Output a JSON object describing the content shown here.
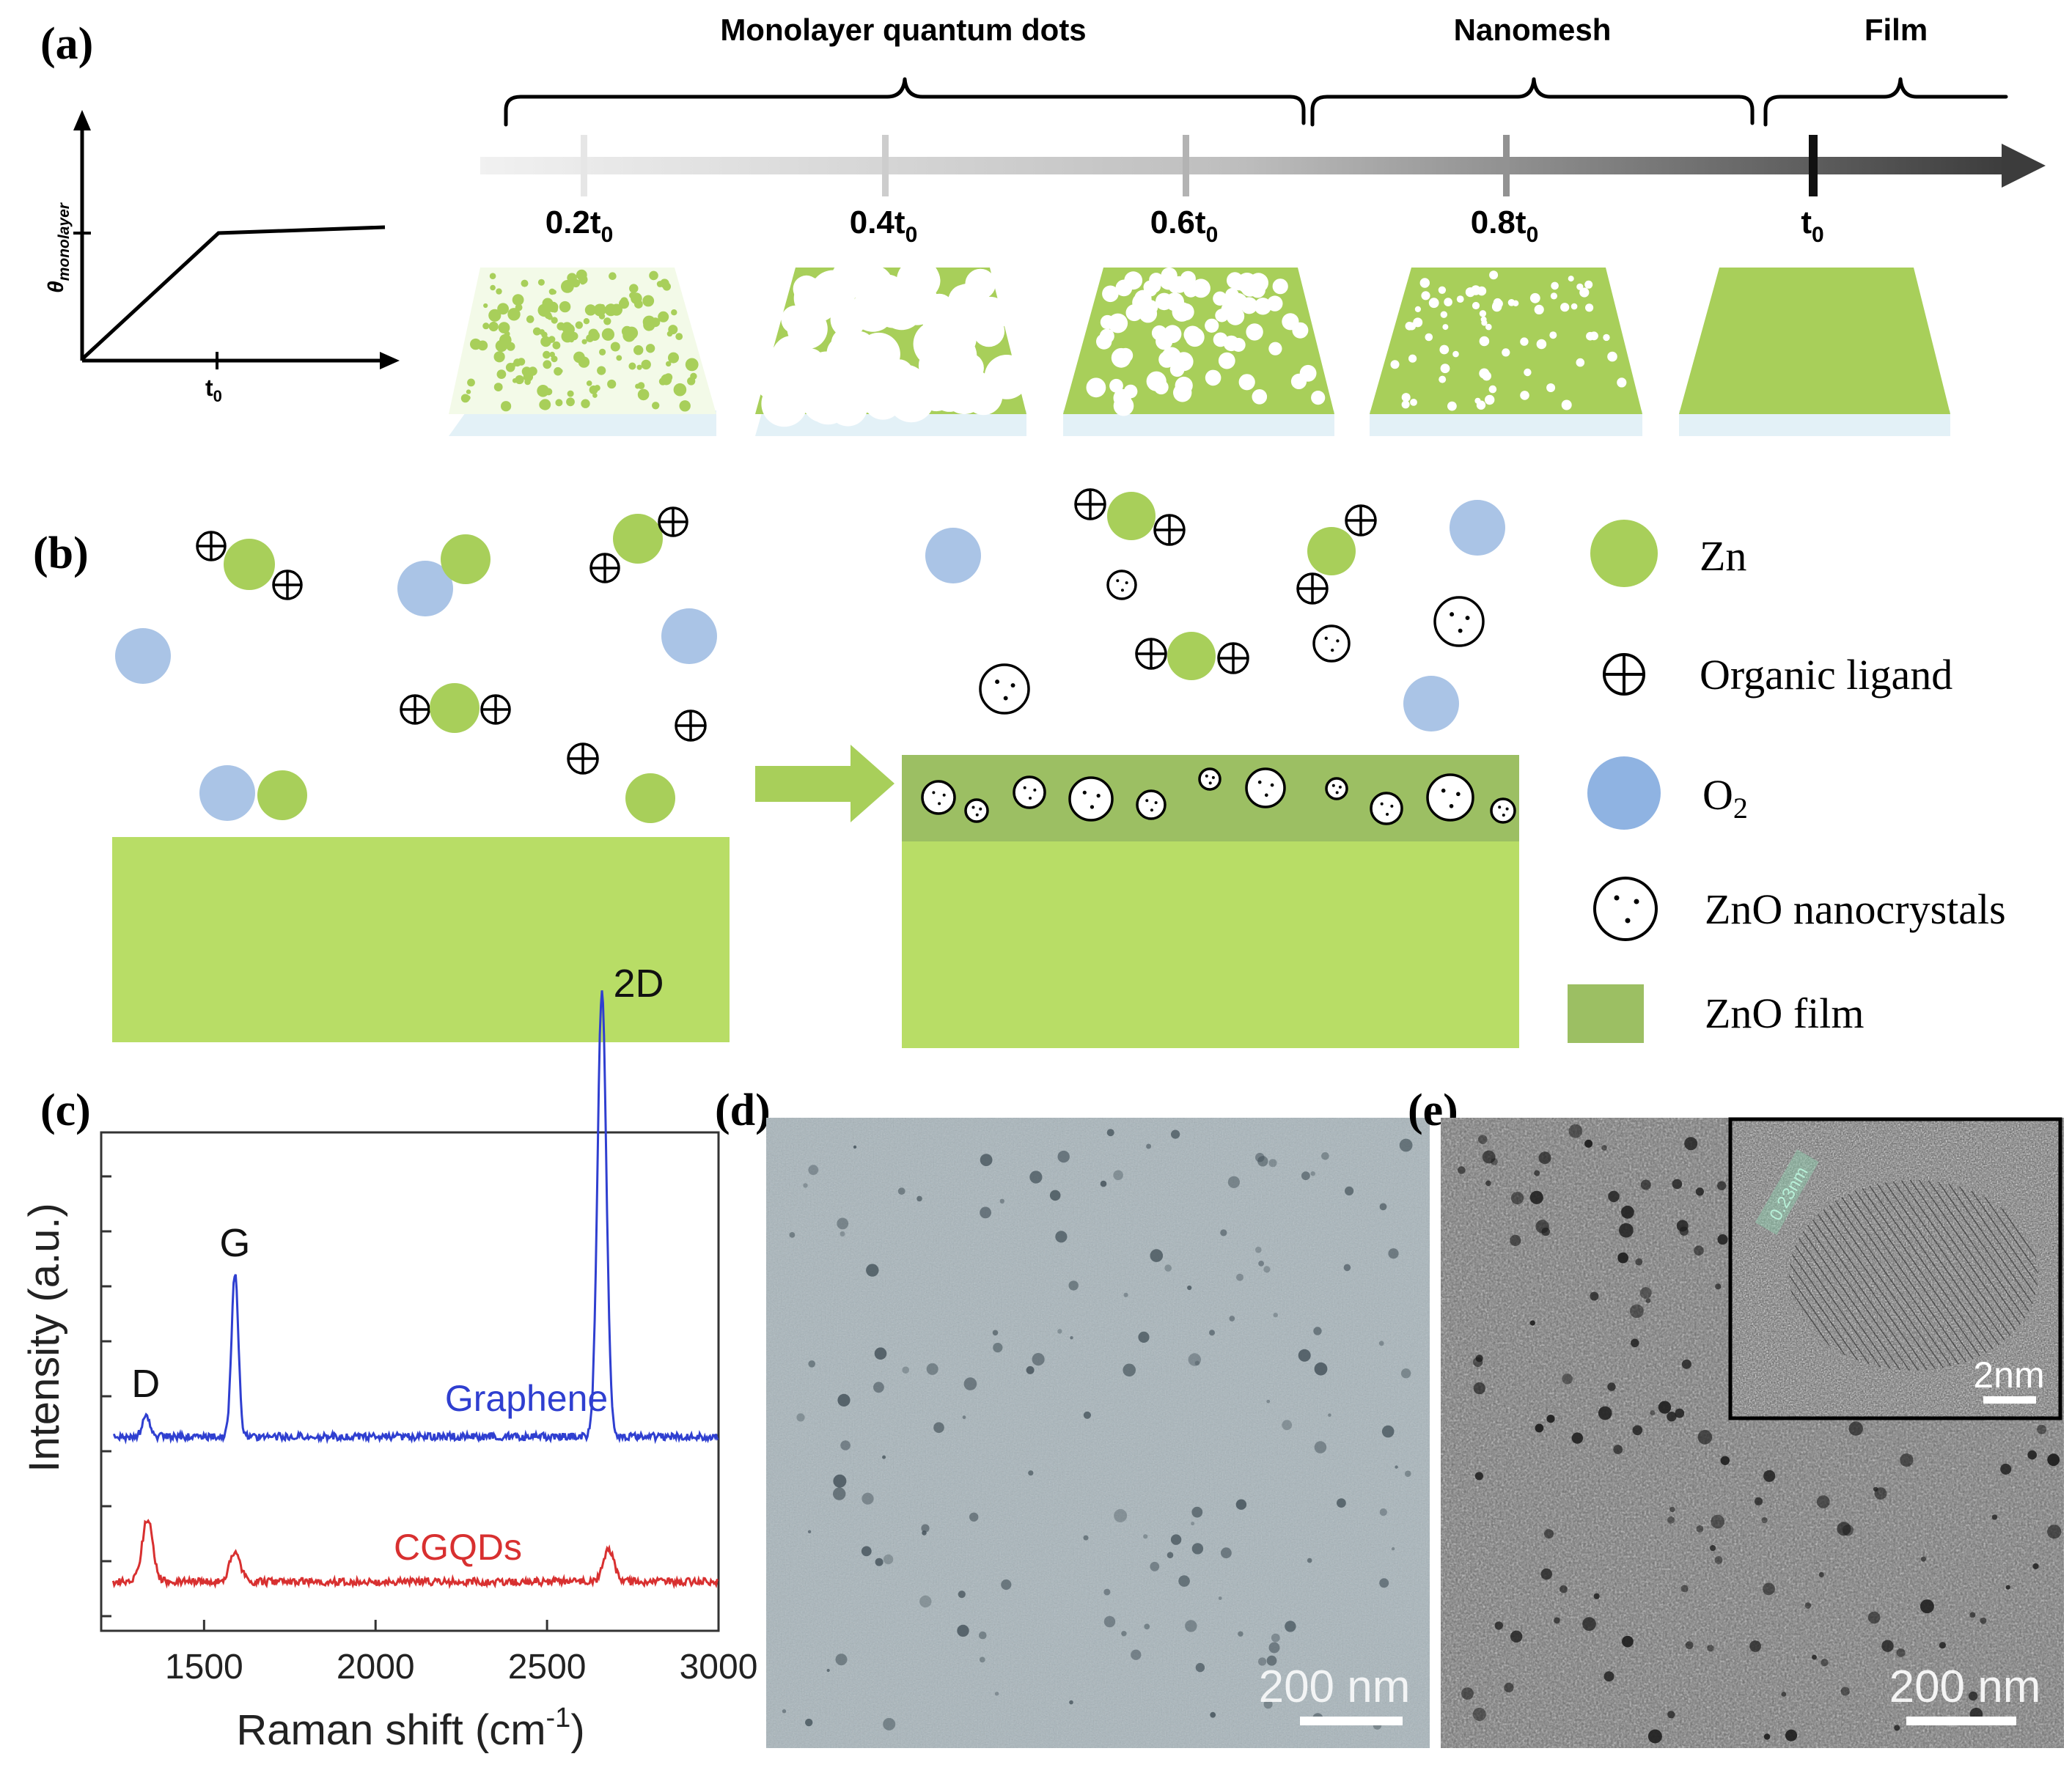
{
  "colors": {
    "green": "#a8cf5a",
    "green_dark": "#9bbf5e",
    "film_dark": "#9cbf63",
    "substrate": "#b8dd66",
    "blue": "#aac4e6",
    "blue_legend": "#8fb3e2",
    "graphene": "#2f3fd0",
    "cgqds": "#d83030",
    "base_blue": "#e3f1f7"
  },
  "panel_a": {
    "label": "(a)",
    "graph": {
      "y_label": "θ",
      "y_sub": "monolayer",
      "x_tick": "t",
      "x_sub": "0"
    },
    "stages": [
      {
        "name": "Monolayer quantum dots"
      },
      {
        "name": "Nanomesh"
      },
      {
        "name": "Film"
      }
    ],
    "ticks": [
      {
        "num": "0.2t",
        "sub": "0"
      },
      {
        "num": "0.4t",
        "sub": "0"
      },
      {
        "num": "0.6t",
        "sub": "0"
      },
      {
        "num": "0.8t",
        "sub": "0"
      },
      {
        "num": "t",
        "sub": "0"
      }
    ]
  },
  "panel_b": {
    "label": "(b)",
    "legend": [
      {
        "icon": "zn-circle-icon",
        "label": "Zn"
      },
      {
        "icon": "organic-ligand-icon",
        "label": "Organic ligand"
      },
      {
        "icon": "o2-circle-icon",
        "label": "O",
        "sub": "2"
      },
      {
        "icon": "zno-nanocrystal-icon",
        "label": "ZnO nanocrystals"
      },
      {
        "icon": "zno-film-swatch-icon",
        "label": "ZnO film"
      }
    ]
  },
  "panel_c": {
    "label": "(c)",
    "chart_data": {
      "type": "line",
      "xlabel": "Raman shift (cm",
      "xlabel_sup": "-1",
      "xlabel_tail": ")",
      "ylabel": "Intensity (a.u.)",
      "xlim": [
        1200,
        3000
      ],
      "xticks": [
        1500,
        2000,
        2500,
        3000
      ],
      "series": [
        {
          "name": "Graphene",
          "peaks": [
            {
              "label": "D",
              "x": 1330,
              "height": 0.05
            },
            {
              "label": "G",
              "x": 1590,
              "height": 0.35
            },
            {
              "label": "2D",
              "x": 2660,
              "height": 0.95
            }
          ]
        },
        {
          "name": "CGQDs",
          "peaks": [
            {
              "label": "",
              "x": 1335,
              "height": 0.17
            },
            {
              "label": "",
              "x": 1590,
              "height": 0.08
            },
            {
              "label": "",
              "x": 2680,
              "height": 0.09
            }
          ]
        }
      ]
    }
  },
  "panel_d": {
    "label": "(d)",
    "scale": "200 nm"
  },
  "panel_e": {
    "label": "(e)",
    "scale": "200 nm",
    "inset_scale": "2nm",
    "inset_lattice": "0.23nm"
  }
}
